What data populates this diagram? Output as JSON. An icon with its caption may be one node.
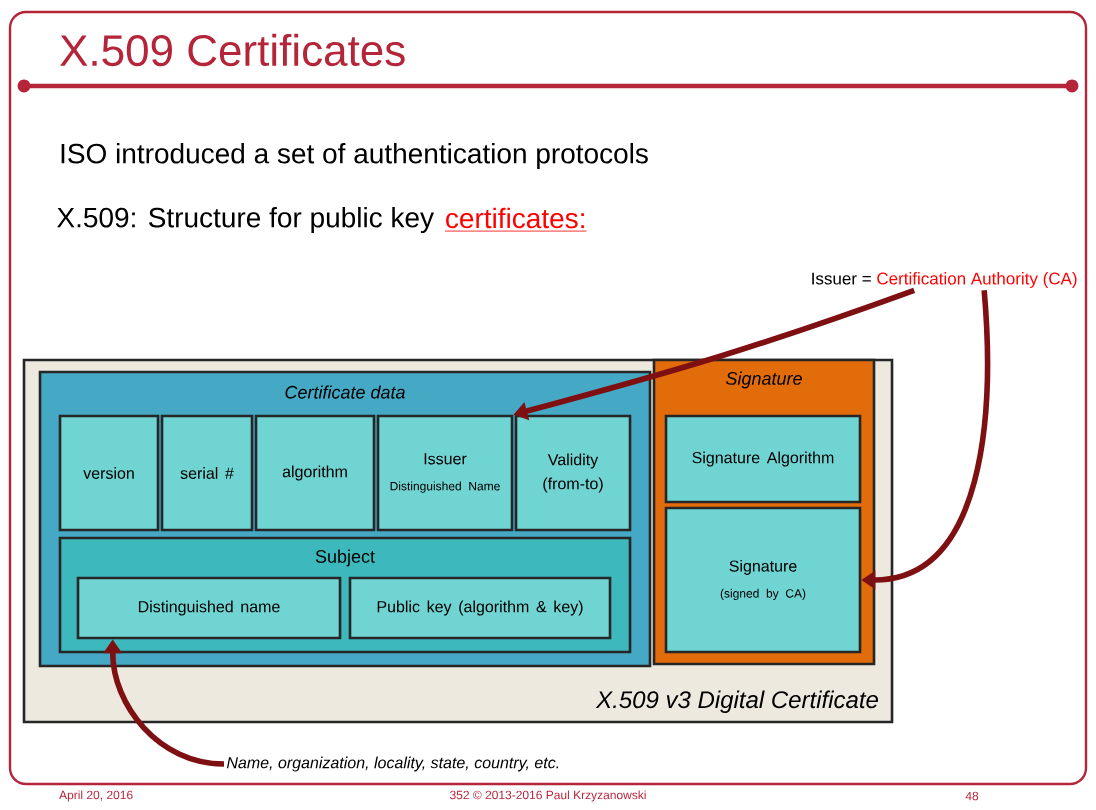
{
  "diagram": {
    "title": "X.509 Certificates",
    "nodes": [
      {
        "text": [
          "X.509 v3 Digital Certificate"
        ]
      },
      {
        "text": [
          "Certificate data"
        ],
        "in": 0
      },
      {
        "text": [
          "version"
        ],
        "in": 1
      },
      {
        "text": [
          "serial #"
        ],
        "in": 1
      },
      {
        "text": [
          "algorithm"
        ],
        "in": 1
      },
      {
        "text": [
          "Issuer",
          "Distinguished Name"
        ],
        "in": 1
      },
      {
        "text": [
          "Validity (from-to)"
        ],
        "in": 1
      },
      {
        "text": [
          "Subject"
        ],
        "in": 1
      },
      {
        "text": [
          "Distinguished name"
        ],
        "in": 7
      },
      {
        "text": [
          "Public key (algorithm & key)"
        ],
        "in": 7
      },
      {
        "text": [
          "Signature"
        ],
        "in": 0
      },
      {
        "text": [
          "Signature Algorithm"
        ],
        "in": 10
      },
      {
        "text": [
          "Signature",
          "(signed by CA)"
        ],
        "in": 10
      },
      {
        "text": [
          "Issuer =",
          "Certification Authority (CA)"
        ]
      },
      {
        "text": [
          "Name, organization, locality, state, country, etc."
        ]
      }
    ],
    "edges": [
      {
        "from": 13,
        "to": 5,
        "arrow": "to"
      },
      {
        "from": 13,
        "to": 12,
        "arrow": "to"
      },
      {
        "from": 14,
        "to": 8,
        "arrow": "to"
      }
    ],
    "labels": [
      "ISO introduced a set of authentication protocols",
      "X.509:  Structure for public key",
      "certificates:",
      "April 20, 2016",
      "352 © 2013-2016 Paul Krzyzanowski",
      "48"
    ]
  }
}
